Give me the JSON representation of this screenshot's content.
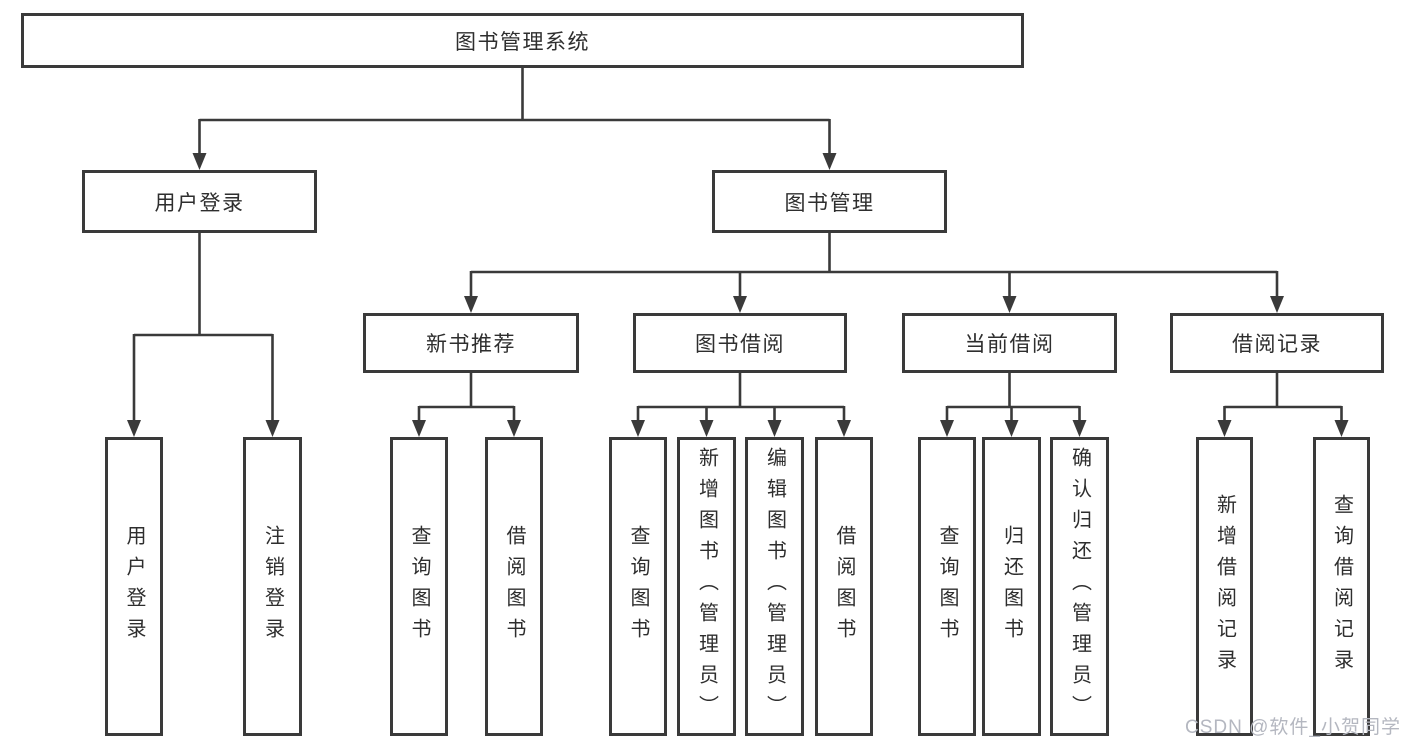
{
  "diagram_type": "tree",
  "tree": {
    "id": "root",
    "label": "图书管理系统",
    "children": [
      {
        "id": "user-login",
        "label": "用户登录",
        "children": [
          {
            "id": "user-login-action",
            "label": "用户登录"
          },
          {
            "id": "logout",
            "label": "注销登录"
          }
        ]
      },
      {
        "id": "book-management",
        "label": "图书管理",
        "children": [
          {
            "id": "new-book-recommend",
            "label": "新书推荐",
            "children": [
              {
                "id": "query-books",
                "label": "查询图书"
              },
              {
                "id": "borrow-books",
                "label": "借阅图书"
              }
            ]
          },
          {
            "id": "book-borrowing",
            "label": "图书借阅",
            "children": [
              {
                "id": "query-books",
                "label": "查询图书"
              },
              {
                "id": "add-books-admin",
                "label": "新增图书（管理员）"
              },
              {
                "id": "edit-books-admin",
                "label": "编辑图书（管理员）"
              },
              {
                "id": "borrow-books",
                "label": "借阅图书"
              }
            ]
          },
          {
            "id": "current-borrowing",
            "label": "当前借阅",
            "children": [
              {
                "id": "query-books",
                "label": "查询图书"
              },
              {
                "id": "return-books",
                "label": "归还图书"
              },
              {
                "id": "confirm-return-admin",
                "label": "确认归还（管理员）"
              }
            ]
          },
          {
            "id": "borrowing-records",
            "label": "借阅记录",
            "children": [
              {
                "id": "add-borrow-record",
                "label": "新增借阅记录"
              },
              {
                "id": "query-borrow-record",
                "label": "查询借阅记录"
              }
            ]
          }
        ]
      }
    ]
  },
  "watermark": {
    "text": "CSDN @软件_小贺同学"
  },
  "colors": {
    "background": "#ffffff",
    "box_fill": "#ffffff",
    "box_border": "#3a3a3a",
    "connector": "#3a3a3a",
    "text": "#2e2e2e",
    "watermark": "#b4b7c0"
  }
}
